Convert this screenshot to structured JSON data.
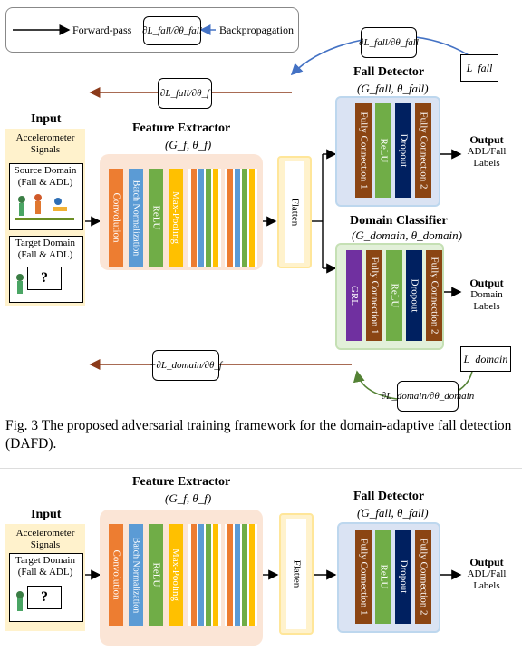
{
  "legend": {
    "forward": "Forward-pass",
    "backward": "Backpropagation",
    "backward_grad": "∂L_fall/∂θ_fall"
  },
  "fig3": {
    "grad_top_right": "∂L_fall/∂θ_fall",
    "grad_top_left": "∂L_fall/∂θ_f",
    "grad_bottom_left": "−∂L_domain/∂θ_f",
    "grad_bottom_right": "∂L_domain/∂θ_domain",
    "loss_fall": "L_fall",
    "loss_domain": "L_domain",
    "input": {
      "title": "Input",
      "signals": "Accelerometer\nSignals",
      "source": "Source Domain\n(Fall & ADL)",
      "target": "Target Domain\n(Fall & ADL)",
      "question": "?"
    },
    "feature_extractor": {
      "title": "Feature Extractor",
      "params": "(G_f, θ_f)",
      "layers": [
        "Convolution",
        "Batch Normalization",
        "ReLU",
        "Max-Pooling"
      ]
    },
    "flatten": "Flatten",
    "fall_detector": {
      "title": "Fall Detector",
      "params": "(G_fall, θ_fall)",
      "layers": [
        "Fully Connection 1",
        "ReLU",
        "Dropout",
        "Fully Connection 2"
      ],
      "output_title": "Output",
      "output_text": "ADL/Fall\nLabels"
    },
    "domain_classifier": {
      "title": "Domain Classifier",
      "params": "(G_domain, θ_domain)",
      "layers": [
        "GRL",
        "Fully Connection 1",
        "ReLU",
        "Dropout",
        "Fully Connection 2"
      ],
      "output_title": "Output",
      "output_text": "Domain\nLabels"
    },
    "caption": "Fig. 3 The proposed adversarial training framework for the domain-adaptive fall detection (DAFD)."
  },
  "fig4": {
    "input": {
      "title": "Input",
      "signals": "Accelerometer\nSignals",
      "target": "Target Domain\n(Fall & ADL)",
      "question": "?"
    },
    "feature_extractor": {
      "title": "Feature Extractor",
      "params": "(G_f, θ_f)",
      "layers": [
        "Convolution",
        "Batch Normalization",
        "ReLU",
        "Max-Pooling"
      ]
    },
    "flatten": "Flatten",
    "fall_detector": {
      "title": "Fall Detector",
      "params": "(G_fall, θ_fall)",
      "layers": [
        "Fully Connection 1",
        "ReLU",
        "Dropout",
        "Fully Connection 2"
      ],
      "output_title": "Output",
      "output_text": "ADL/Fall\nLabels"
    }
  },
  "colors": {
    "conv": "#ed7d31",
    "bn": "#5b9bd5",
    "relu": "#70ad47",
    "pool": "#ffc000",
    "fc": "#8b4513",
    "dropout": "#002060",
    "grl": "#7030a0",
    "fe_bg": "#fbe5d6",
    "fall_bg": "#dae3f3",
    "dom_bg": "#e2f0d9",
    "flatten_bg": "#fff2cc",
    "input_bg": "#fff2cc",
    "back_arrow": "#8b3a1a",
    "blue_arrow": "#4472c4",
    "green_arrow": "#548235"
  }
}
